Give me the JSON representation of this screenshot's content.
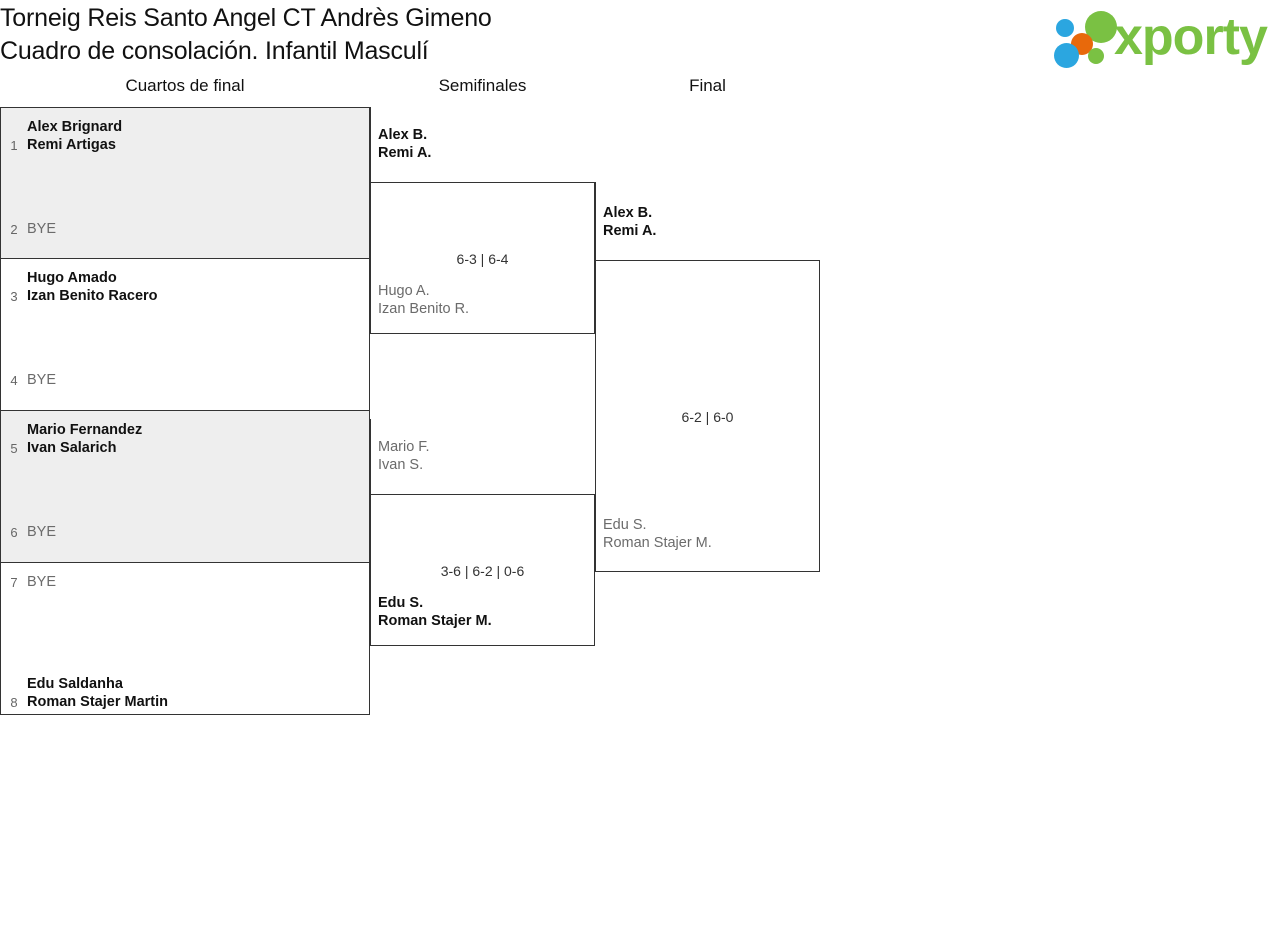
{
  "header": {
    "title_line1": "Torneig Reis Santo Angel CT Andrès Gimeno",
    "title_line2": "Cuadro de consolación. Infantil Masculí",
    "logo": {
      "wordmark": "xporty",
      "dots": [
        "blue-small",
        "green-large",
        "orange",
        "blue-large",
        "green-small"
      ],
      "colors": {
        "green": "#7ac143",
        "blue": "#2ba6e0",
        "orange": "#e8690b"
      }
    }
  },
  "rounds": [
    {
      "label": "Cuartos de final"
    },
    {
      "label": "Semifinales"
    },
    {
      "label": "Final"
    }
  ],
  "bracket": {
    "bye_label": "BYE",
    "quarterfinals": [
      {
        "shaded": true,
        "top": {
          "seed": "1",
          "is_bye": false,
          "result": "winner",
          "players": [
            "Alex Brignard",
            "Remi Artigas"
          ]
        },
        "bottom": {
          "seed": "2",
          "is_bye": true,
          "result": "loser",
          "players": [
            "BYE"
          ]
        }
      },
      {
        "shaded": false,
        "top": {
          "seed": "3",
          "is_bye": false,
          "result": "winner",
          "players": [
            "Hugo Amado",
            "Izan Benito Racero"
          ]
        },
        "bottom": {
          "seed": "4",
          "is_bye": true,
          "result": "loser",
          "players": [
            "BYE"
          ]
        }
      },
      {
        "shaded": true,
        "top": {
          "seed": "5",
          "is_bye": false,
          "result": "winner",
          "players": [
            "Mario Fernandez",
            "Ivan Salarich"
          ]
        },
        "bottom": {
          "seed": "6",
          "is_bye": true,
          "result": "loser",
          "players": [
            "BYE"
          ]
        }
      },
      {
        "shaded": false,
        "top": {
          "seed": "7",
          "is_bye": true,
          "result": "loser",
          "players": [
            "BYE"
          ]
        },
        "bottom": {
          "seed": "8",
          "is_bye": false,
          "result": "winner",
          "players": [
            "Edu Saldanha",
            "Roman Stajer Martin"
          ]
        }
      }
    ],
    "semifinals": [
      {
        "score": "6-3 | 6-4",
        "top": {
          "result": "winner",
          "players": [
            "Alex B.",
            "Remi A."
          ]
        },
        "bottom": {
          "result": "loser",
          "players": [
            "Hugo A.",
            "Izan Benito R."
          ]
        }
      },
      {
        "score": "3-6 | 6-2 | 0-6",
        "top": {
          "result": "loser",
          "players": [
            "Mario F.",
            "Ivan S."
          ]
        },
        "bottom": {
          "result": "winner",
          "players": [
            "Edu S.",
            "Roman Stajer M."
          ]
        }
      }
    ],
    "final": [
      {
        "score": "6-2 | 6-0",
        "top": {
          "result": "winner",
          "players": [
            "Alex B.",
            "Remi A."
          ]
        },
        "bottom": {
          "result": "loser",
          "players": [
            "Edu S.",
            "Roman Stajer M."
          ]
        }
      }
    ]
  }
}
